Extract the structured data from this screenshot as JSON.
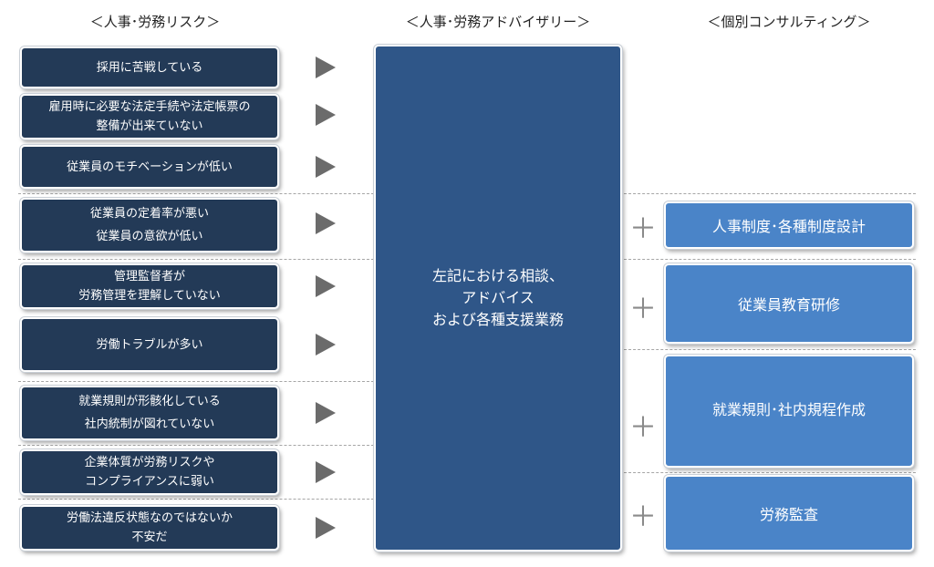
{
  "headers": {
    "risks": "＜人事･労務リスク＞",
    "advisory": "＜人事･労務アドバイザリー＞",
    "consulting": "＜個別コンサルティング＞"
  },
  "risks": [
    {
      "line1": "採用に苦戦している",
      "line2": ""
    },
    {
      "line1": "雇用時に必要な法定手続や法定帳票の",
      "line2": "整備が出来ていない"
    },
    {
      "line1": "従業員のモチベーションが低い",
      "line2": ""
    },
    {
      "line1": "従業員の定着率が悪い",
      "line2": "従業員の意欲が低い"
    },
    {
      "line1": "管理監督者が",
      "line2": "労務管理を理解していない"
    },
    {
      "line1": "労働トラブルが多い",
      "line2": ""
    },
    {
      "line1": "就業規則が形骸化している",
      "line2": "社内統制が図れていない"
    },
    {
      "line1": "企業体質が労務リスクや",
      "line2": "コンプライアンスに弱い"
    },
    {
      "line1": "労働法違反状態なのではないか",
      "line2": "不安だ"
    }
  ],
  "advisory": {
    "line1": "左記における相談、",
    "line2": "アドバイス",
    "line3": "および各種支援業務"
  },
  "plus_symbol": "＋",
  "consulting": [
    "人事制度･各種制度設計",
    "従業員教育研修",
    "就業規則･社内規程作成",
    "労務監査"
  ],
  "colors": {
    "risk_box": "#233a57",
    "advisory_box": "#2f5688",
    "consulting_box": "#4a84c8",
    "arrow": "#6b6b6b",
    "plus": "#8a8a8a"
  }
}
